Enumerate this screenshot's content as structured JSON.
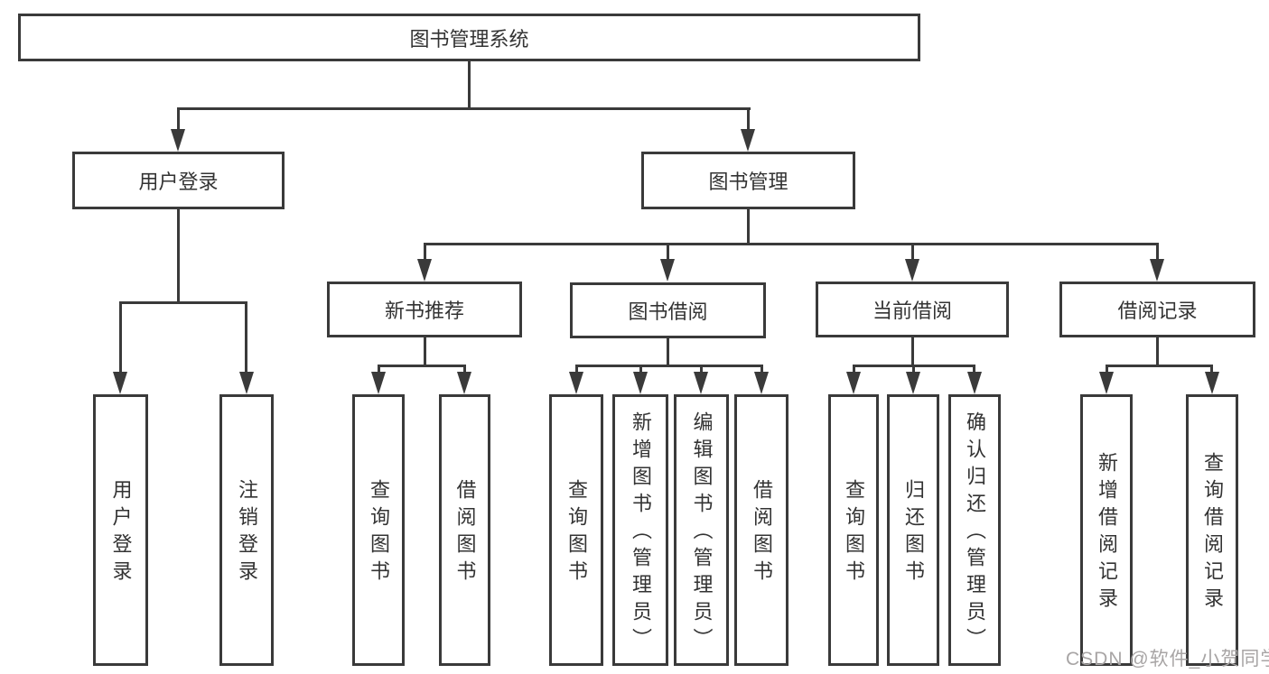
{
  "diagram": {
    "root": {
      "label": "图书管理系统",
      "children": [
        {
          "label": "用户登录",
          "children": [
            {
              "label": "用户登录"
            },
            {
              "label": "注销登录"
            }
          ]
        },
        {
          "label": "图书管理",
          "children": [
            {
              "label": "新书推荐",
              "children": [
                {
                  "label": "查询图书"
                },
                {
                  "label": "借阅图书"
                }
              ]
            },
            {
              "label": "图书借阅",
              "children": [
                {
                  "label": "查询图书"
                },
                {
                  "label": "新增图书（管理员）"
                },
                {
                  "label": "编辑图书（管理员）"
                },
                {
                  "label": "借阅图书"
                }
              ]
            },
            {
              "label": "当前借阅",
              "children": [
                {
                  "label": "查询图书"
                },
                {
                  "label": "归还图书"
                },
                {
                  "label": "确认归还（管理员）"
                }
              ]
            },
            {
              "label": "借阅记录",
              "children": [
                {
                  "label": "新增借阅记录"
                },
                {
                  "label": "查询借阅记录"
                }
              ]
            }
          ]
        }
      ]
    }
  },
  "watermark": "CSDN @软件_小贺同学",
  "colors": {
    "line": "#3a3a3a",
    "text": "#333333",
    "background": "#ffffff",
    "watermark": "#a8a5a5"
  }
}
